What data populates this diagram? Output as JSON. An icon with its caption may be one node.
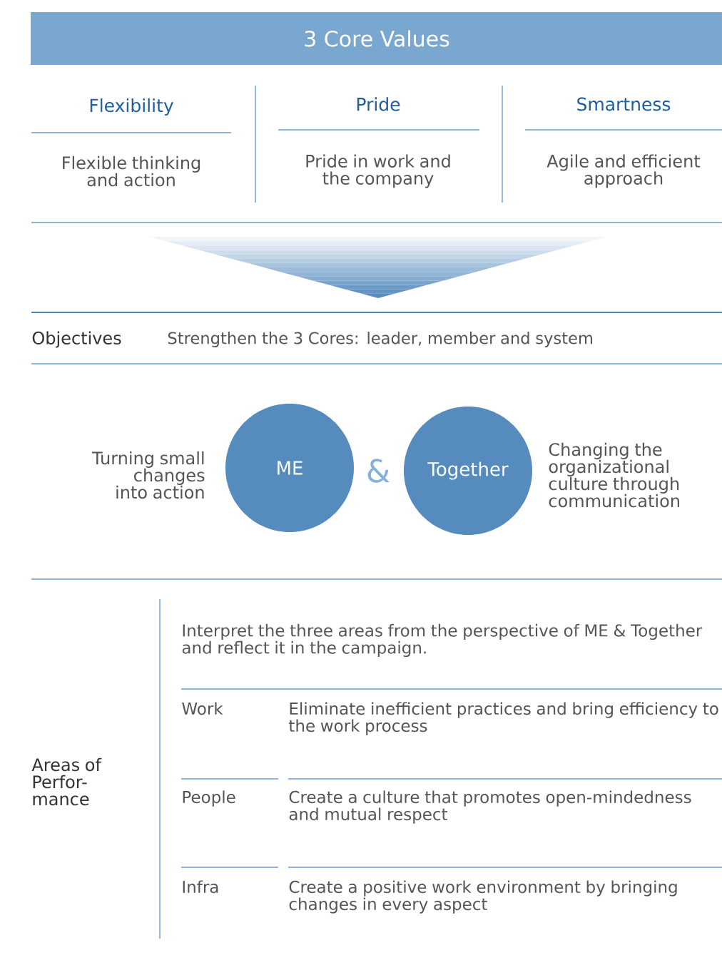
{
  "diagram": {
    "nodes": [
      {
        "text": [
          "3 Core Values"
        ]
      },
      {
        "text": [
          "ME"
        ],
        "beside": [
          "Turning small changes into action"
        ]
      },
      {
        "text": [
          "Together"
        ],
        "beside": [
          "Changing the organizational culture through communication"
        ]
      }
    ],
    "labels": [
      "Flexibility",
      "Flexible thinking and action",
      "Pride",
      "Pride in work and the company",
      "Smartness",
      "Agile and efficient approach",
      "Objectives",
      "Strengthen the 3 Cores: leader, member and system",
      "&",
      "Areas of Perfor-mance",
      "Interpret the three areas from the perspective of ME & Together and reflect it in the campaign.",
      "Work",
      "Eliminate inefficient practices and bring efficiency to the work process",
      "People",
      "Create a culture that promotes open-mindedness and mutual respect",
      "Infra",
      "Create a positive work environment by bringing changes in every aspect"
    ]
  }
}
